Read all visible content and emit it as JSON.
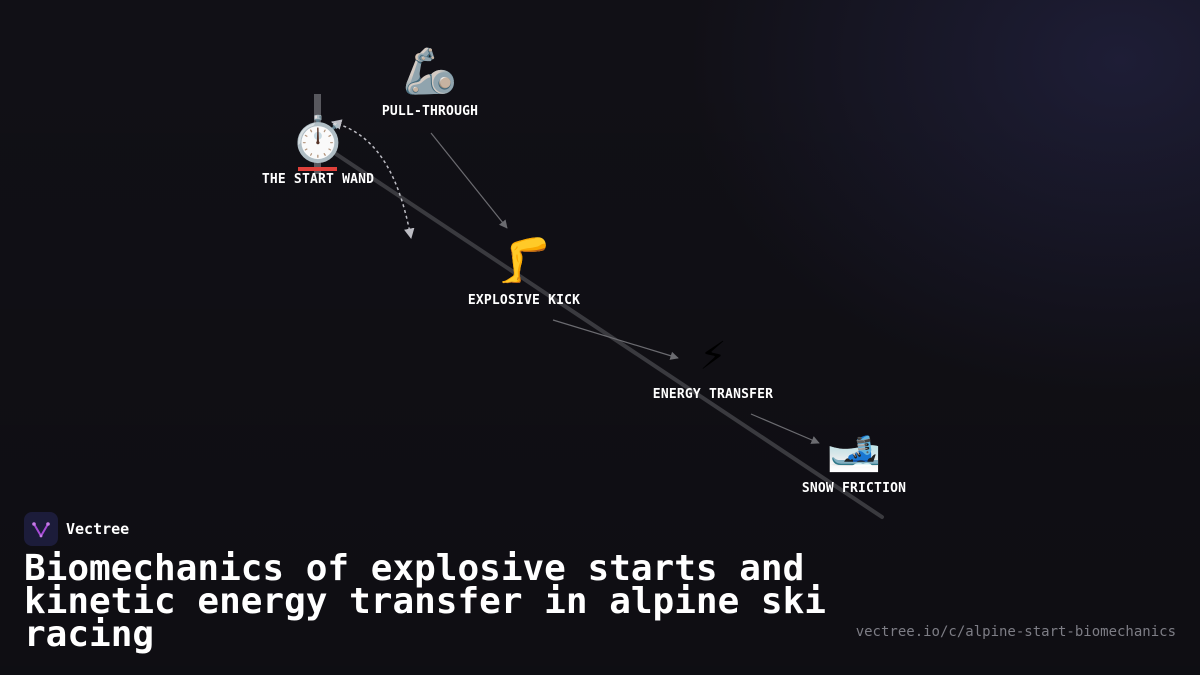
{
  "brand": {
    "name": "Vectree",
    "accent": "#a64bd6"
  },
  "title": "Biomechanics of explosive starts and kinetic energy transfer in alpine ski racing",
  "url": "vectree.io/c/alpine-start-biomechanics",
  "colors": {
    "background": "#111016",
    "label": "#ffffff",
    "arrow": "#6b6b70",
    "trajectory": "#3a3a3f",
    "url": "#7d7d85"
  },
  "nodes": [
    {
      "id": "start-wand",
      "label": "THE START WAND",
      "icon": "stopwatch-icon",
      "glyph": "⏱️"
    },
    {
      "id": "pull-through",
      "label": "PULL-THROUGH",
      "icon": "flexed-arm-icon",
      "glyph": "🦾"
    },
    {
      "id": "explosive-kick",
      "label": "EXPLOSIVE KICK",
      "icon": "leg-icon",
      "glyph": "🦵"
    },
    {
      "id": "energy-transfer",
      "label": "ENERGY TRANSFER",
      "icon": "lightning-icon",
      "glyph": "⚡"
    },
    {
      "id": "snow-friction",
      "label": "SNOW FRICTION",
      "icon": "skier-icon",
      "glyph": "🎿"
    }
  ]
}
